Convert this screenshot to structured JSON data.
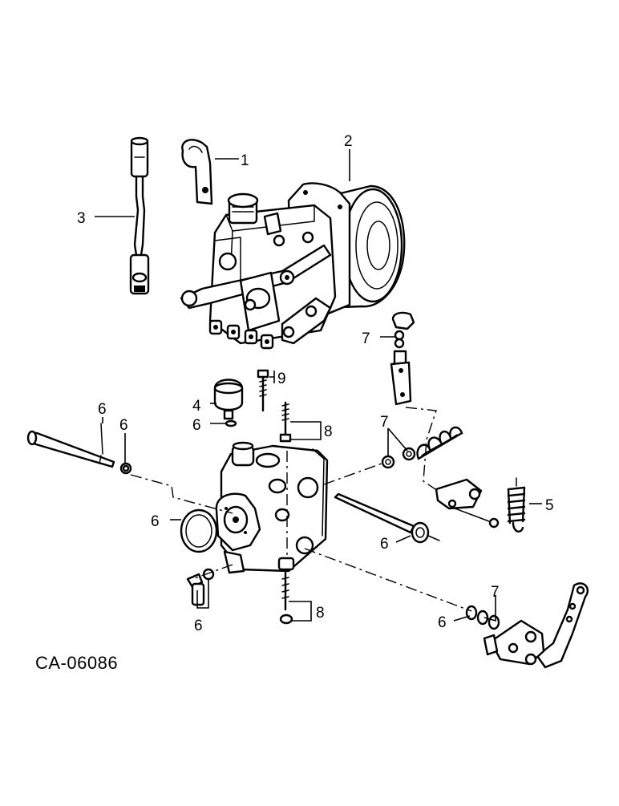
{
  "drawing_code": "CA-06086",
  "callouts": {
    "c1": "1",
    "c2": "2",
    "c3": "3",
    "c4": "4",
    "c5": "5",
    "c6a": "6",
    "c6b": "6",
    "c6c": "6",
    "c6d": "6",
    "c6e": "6",
    "c6f": "6",
    "c6g": "6",
    "c7a": "7",
    "c7b": "7",
    "c7c": "7",
    "c8a": "8",
    "c8b": "8",
    "c9": "9"
  }
}
